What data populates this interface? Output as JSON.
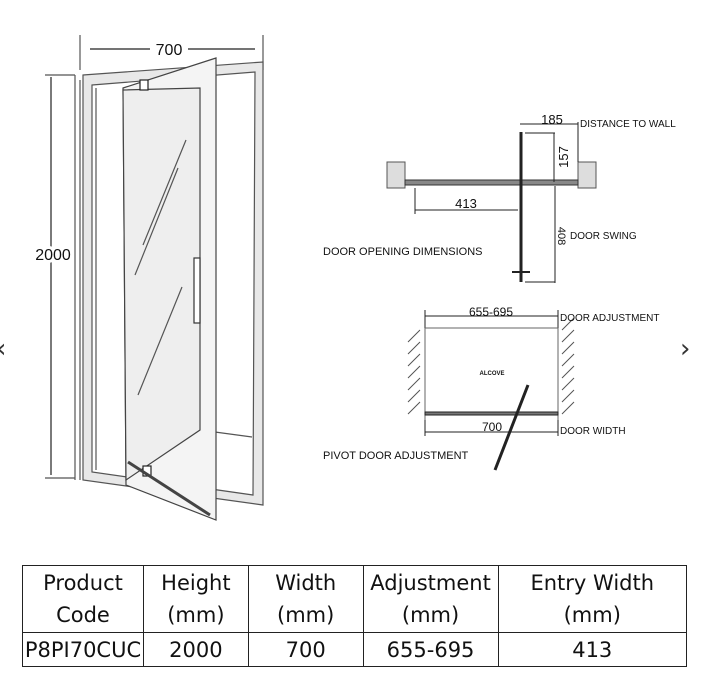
{
  "carousel": {
    "prev_icon": "chevron-left-icon",
    "next_icon": "chevron-right-icon",
    "prev": "‹",
    "next": "›"
  },
  "front_view": {
    "width_label": "700",
    "height_label": "2000"
  },
  "door_opening": {
    "title": "DOOR OPENING DIMENSIONS",
    "distance_to_wall_value": "185",
    "distance_to_wall_label": "DISTANCE TO WALL",
    "depth_value": "157",
    "entry_value": "413",
    "swing_value": "408",
    "swing_label": "DOOR SWING"
  },
  "pivot_adjustment": {
    "title": "PIVOT DOOR ADJUSTMENT",
    "adjustment_value": "655-695",
    "adjustment_label": "DOOR ADJUSTMENT",
    "alcove_label": "ALCOVE",
    "width_value": "700",
    "width_label": "DOOR WIDTH"
  },
  "spec_table": {
    "headers": [
      [
        "Product",
        "Code"
      ],
      [
        "Height",
        "(mm)"
      ],
      [
        "Width",
        "(mm)"
      ],
      [
        "Adjustment",
        "(mm)"
      ],
      [
        "Entry Width",
        "(mm)"
      ]
    ],
    "rows": [
      [
        "P8PI70CUC",
        "2000",
        "700",
        "655-695",
        "413"
      ]
    ]
  }
}
